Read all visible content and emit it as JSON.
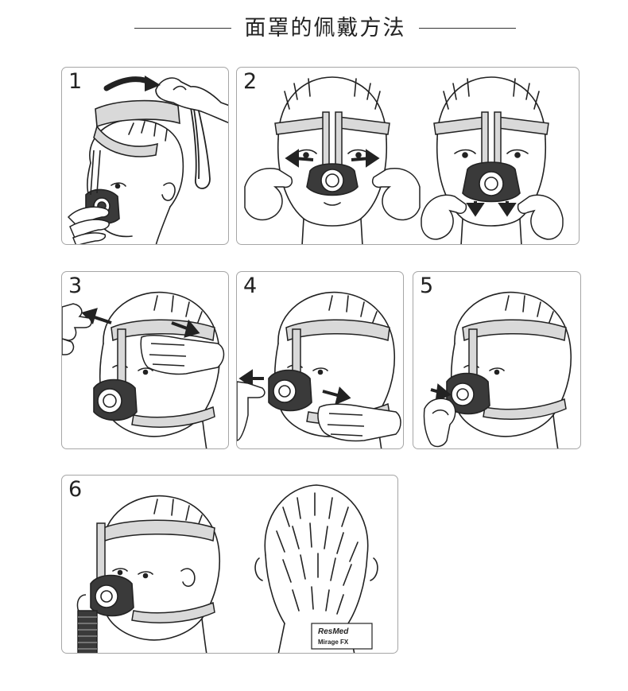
{
  "page": {
    "title": "面罩的佩戴方法"
  },
  "steps": [
    {
      "number": "1"
    },
    {
      "number": "2"
    },
    {
      "number": "3"
    },
    {
      "number": "4"
    },
    {
      "number": "5"
    },
    {
      "number": "6"
    }
  ],
  "label": {
    "brand": "ResMed",
    "model": "Mirage FX"
  },
  "colors": {
    "line": "#222222",
    "panel_border": "#a6a6a6",
    "strap_fill": "#d9d9d9",
    "mask_dark": "#3a3a3a"
  }
}
